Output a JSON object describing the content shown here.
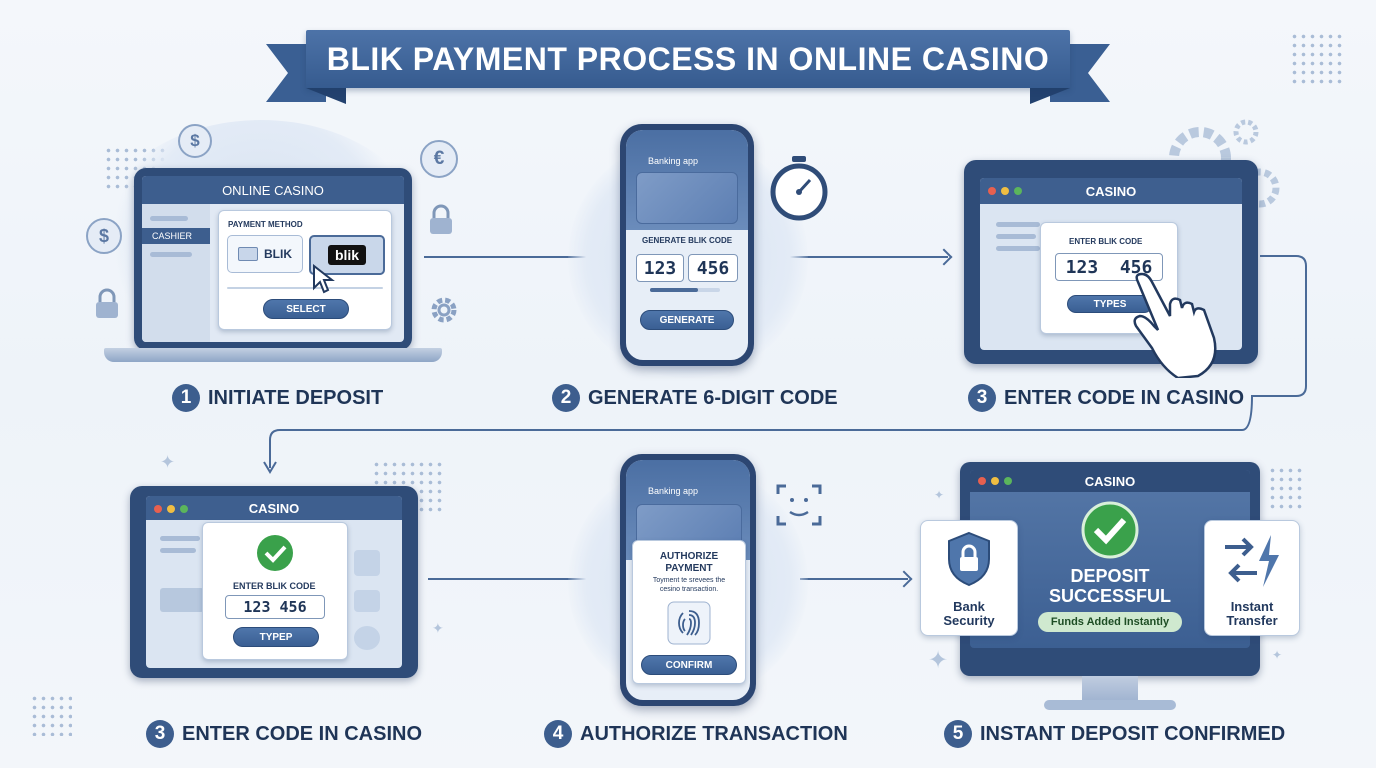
{
  "title": "BLIK PAYMENT PROCESS IN ONLINE CASINO",
  "steps": [
    {
      "num": "1",
      "label": "INITIATE DEPOSIT"
    },
    {
      "num": "2",
      "label": "GENERATE 6-DIGIT CODE"
    },
    {
      "num": "3",
      "label": "ENTER CODE IN CASINO"
    },
    {
      "num": "3",
      "label": "ENTER CODE IN CASINO"
    },
    {
      "num": "4",
      "label": "AUTHORIZE TRANSACTION"
    },
    {
      "num": "5",
      "label": "INSTANT DEPOSIT CONFIRMED"
    }
  ],
  "panel1": {
    "screen_title": "ONLINE CASINO",
    "sidebar_item": "CASHIER",
    "payment_method": "PAYMENT METHOD",
    "option_blik": "BLIK",
    "option_logo": "blik",
    "select_btn": "SELECT"
  },
  "panel2": {
    "app_title": "Banking app",
    "code_label": "GENERATE BLIK CODE",
    "code_a": "123",
    "code_b": "456",
    "generate_btn": "GENERATE"
  },
  "panel3": {
    "screen_title": "CASINO",
    "code_label": "ENTER BLIK CODE",
    "code": "123  456",
    "types_btn": "TYPES"
  },
  "panel4": {
    "screen_title": "CASINO",
    "code_label": "ENTER BLIK CODE",
    "code": "123 456",
    "type_btn": "TYPEP"
  },
  "panel5": {
    "app_title": "Banking app",
    "auth_title_1": "AUTHORIZE",
    "auth_title_2": "PAYMENT",
    "auth_text_1": "Toyment te srevees the",
    "auth_text_2": "cesino transaction.",
    "confirm_btn": "CONFIRM"
  },
  "panel6": {
    "screen_title": "CASINO",
    "success_1": "DEPOSIT",
    "success_2": "SUCCESSFUL",
    "funds_badge": "Funds Added Instantly",
    "bank_1": "Bank",
    "bank_2": "Security",
    "instant_1": "Instant",
    "instant_2": "Transfer"
  },
  "icons": {
    "dollar": "$",
    "euro": "€"
  },
  "colors": {
    "accent": "#3d5e8e",
    "success": "#3aa14b",
    "badge": "#cfe9cf"
  }
}
